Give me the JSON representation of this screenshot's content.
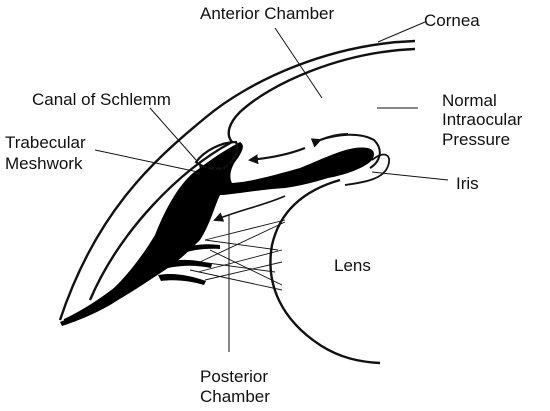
{
  "labels": {
    "anterior_chamber": "Anterior Chamber",
    "cornea": "Cornea",
    "canal_of_schlemm": "Canal of Schlemm",
    "normal_line1": "Normal",
    "normal_line2": "Intraocular",
    "normal_line3": "Pressure",
    "trabecular_line1": "Trabecular",
    "trabecular_line2": "Meshwork",
    "iris": "Iris",
    "lens": "Lens",
    "posterior_line1": "Posterior",
    "posterior_line2": "Chamber"
  },
  "colors": {
    "stroke": "#111111",
    "fill": "#000000",
    "background": "#ffffff"
  }
}
